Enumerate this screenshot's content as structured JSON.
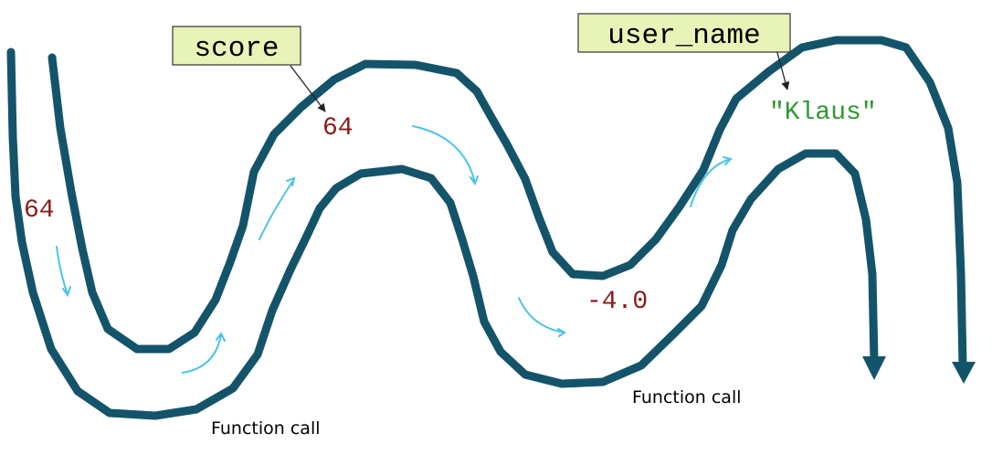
{
  "labels": {
    "score_label": "score",
    "user_name_label": "user_name"
  },
  "values": {
    "left_value": "64",
    "score_value": "64",
    "negative_value": "-4.0",
    "klaus_value": "\"Klaus\""
  },
  "captions": {
    "function_call_left": "Function call",
    "function_call_right": "Function call"
  },
  "colors": {
    "river": "#14546a",
    "flow_arrow": "#4cc3e6",
    "label_box_fill": "#e8f3b8",
    "label_box_border": "#333333",
    "value_red": "#8b1a1a",
    "value_green": "#2e9a2e",
    "pointer": "#222222",
    "caption": "#000000"
  }
}
